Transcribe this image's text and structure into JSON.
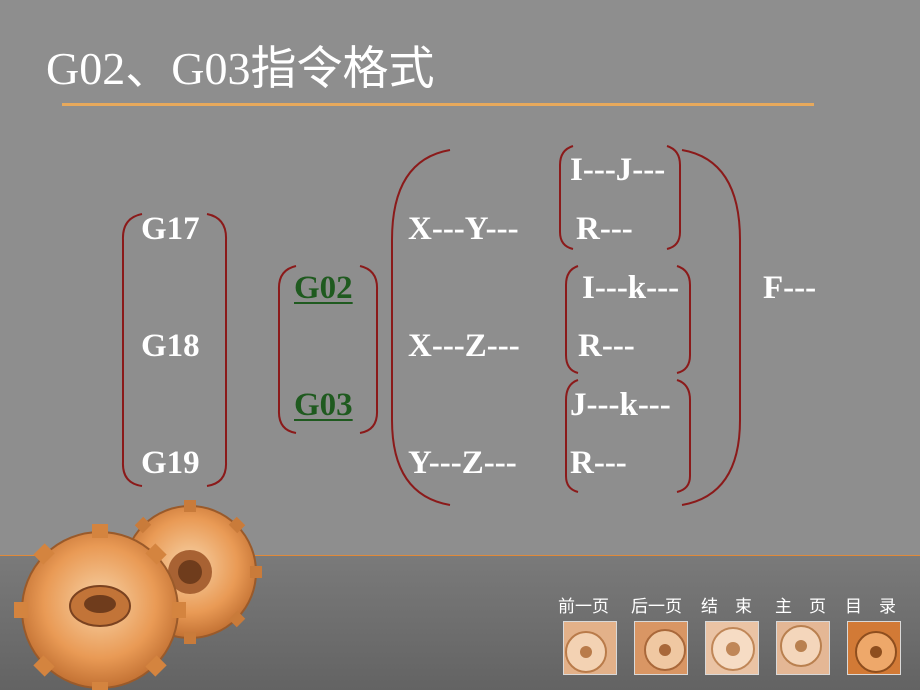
{
  "slide": {
    "title": "G02、G03指令格式",
    "planes": [
      "G17",
      "G18",
      "G19"
    ],
    "commands": [
      "G02",
      "G03"
    ],
    "axes": [
      "X---Y---",
      "X---Z---",
      "Y---Z---"
    ],
    "params": {
      "row1_center": "I---J---",
      "row1_radius": "R---",
      "row2_center": "I---k---",
      "row2_radius": "R---",
      "row3_center": "J---k---",
      "row3_radius": "R---"
    },
    "feed": "F---"
  },
  "nav": {
    "prev": "前一页",
    "next": "后一页",
    "end": "结　束",
    "home": "主　页",
    "contents": "目　录"
  },
  "colors": {
    "accent": "#e7a95c",
    "bracket": "#8b1a1a",
    "command": "#1f5a1f",
    "background": "#8e8e8e"
  }
}
